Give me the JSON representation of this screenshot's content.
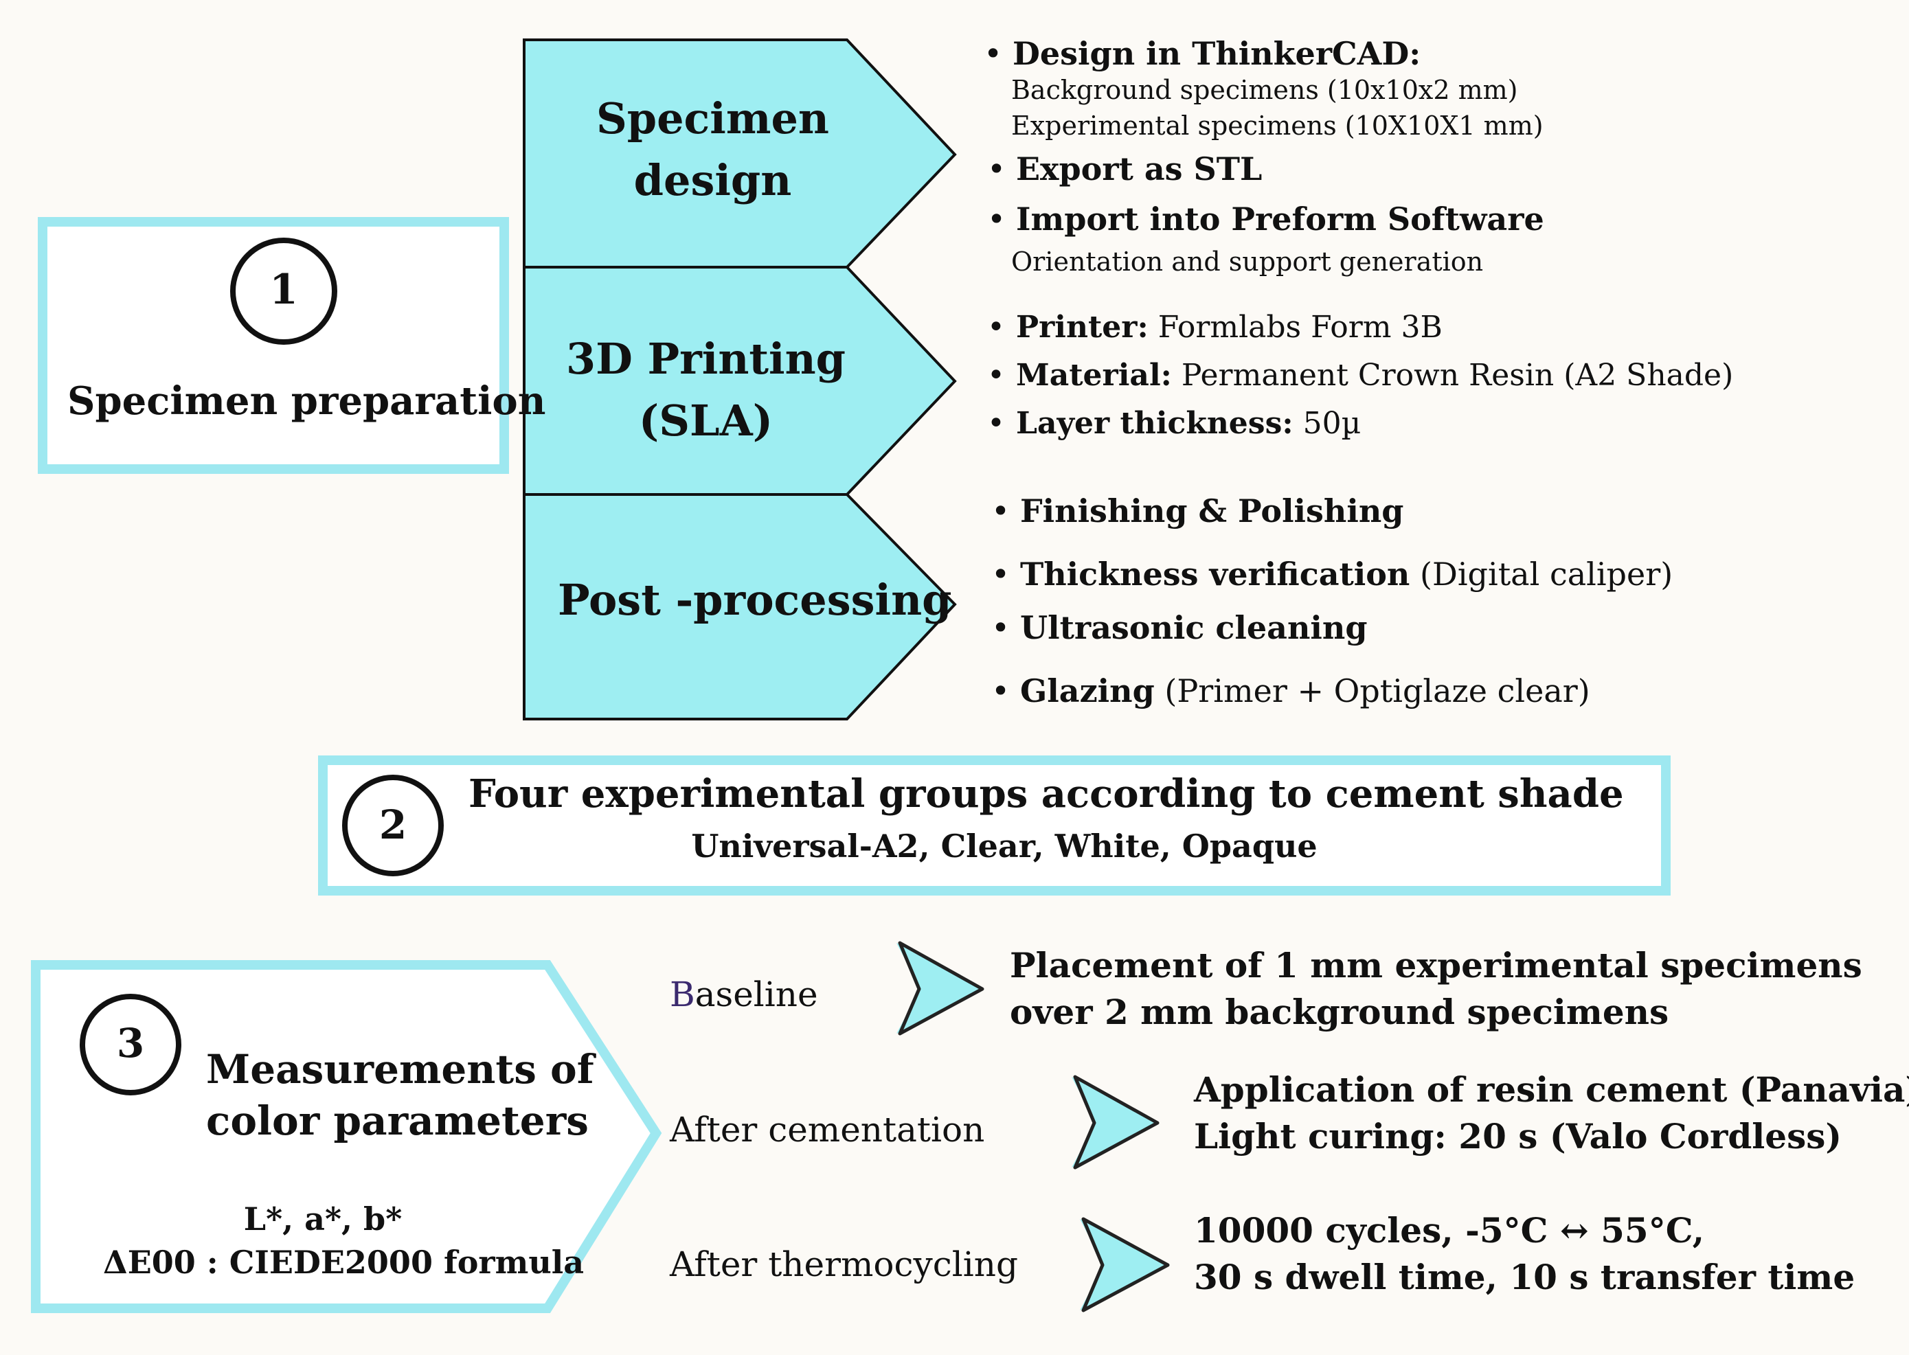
{
  "colors": {
    "accent_cyan": "#9eeef2",
    "border_cyan": "#9ee8f0",
    "stroke": "#111111",
    "background": "#fcfaf6",
    "baseline_b": "#3b2a6e"
  },
  "section1": {
    "number": "1",
    "title": "Specimen preparation",
    "steps": [
      {
        "label_line1": "Specimen",
        "label_line2": "design"
      },
      {
        "label_line1": "3D Printing",
        "label_line2": "(SLA)"
      },
      {
        "label_line1": "Post -processing"
      }
    ],
    "design_details": {
      "b1_bold": "Design in ThinkerCAD:",
      "b1_sub1": "Background specimens (10x10x2 mm)",
      "b1_sub2": "Experimental specimens (10X10X1 mm)",
      "b2_bold": "Export as STL",
      "b3_bold": "Import into Preform Software",
      "b3_sub": "Orientation and support generation"
    },
    "printing_details": {
      "b1_bold": "Printer:",
      "b1_text": " Formlabs Form 3B",
      "b2_bold": "Material:",
      "b2_text": " Permanent Crown Resin (A2 Shade)",
      "b3_bold": "Layer thickness:",
      "b3_text": " 50µ"
    },
    "post_details": {
      "b1_bold": "Finishing & Polishing",
      "b2_bold": "Thickness verification",
      "b2_text": " (Digital caliper)",
      "b3_bold": "Ultrasonic cleaning",
      "b4_bold": "Glazing",
      "b4_text": " (Primer + Optiglaze clear)"
    }
  },
  "section2": {
    "number": "2",
    "title": "Four experimental groups according to cement shade",
    "subtitle": "Universal-A2, Clear, White, Opaque"
  },
  "section3": {
    "number": "3",
    "title_line1": "Measurements of",
    "title_line2": "color parameters",
    "params_line1": "L*, a*, b*",
    "params_line2": "ΔE00 : CIEDE2000 formula",
    "stages": [
      {
        "label_first": "B",
        "label_rest": "aseline",
        "desc_line1": "Placement of 1 mm  experimental specimens",
        "desc_line2": "over 2 mm background specimens"
      },
      {
        "label": "After cementation",
        "desc_line1": "Application of resin cement (Panavia),",
        "desc_line2": "Light curing: 20 s (Valo Cordless)"
      },
      {
        "label": "After thermocycling",
        "desc_line1": "10000 cycles, -5°C ↔ 55°C,",
        "desc_line2": "30 s dwell time, 10 s transfer time"
      }
    ]
  },
  "bullet_char": "•"
}
